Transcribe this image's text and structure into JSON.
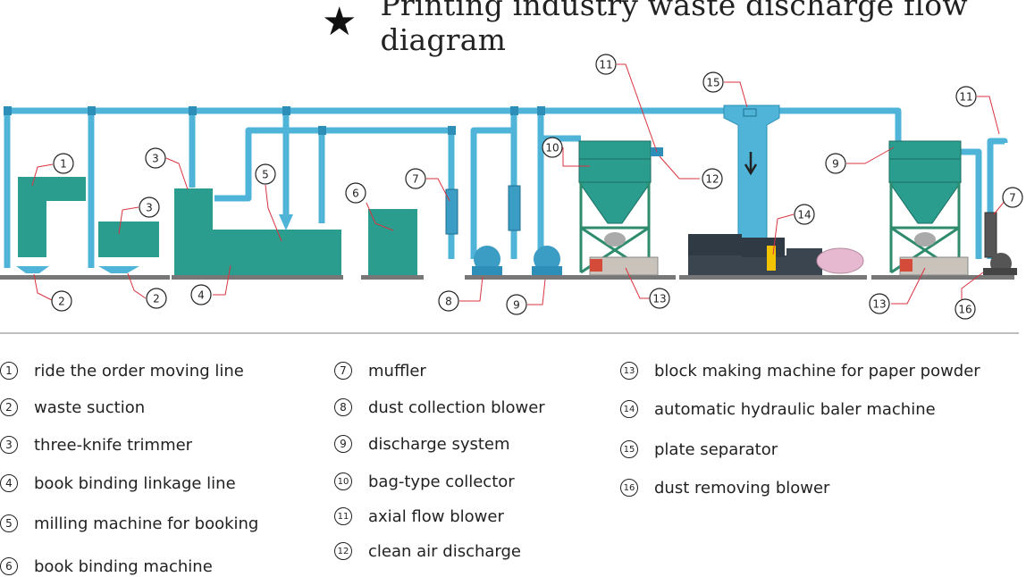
{
  "title": {
    "star": "★",
    "text": "Printing industry waste discharge flow diagram"
  },
  "markers": [
    "1",
    "2",
    "2",
    "3",
    "3",
    "4",
    "5",
    "6",
    "7",
    "8",
    "9",
    "10",
    "11",
    "12",
    "15",
    "14",
    "9",
    "11",
    "7",
    "13",
    "13",
    "16"
  ],
  "legend": {
    "col1": [
      {
        "num": "1",
        "label": "ride the order moving line"
      },
      {
        "num": "2",
        "label": "waste suction"
      },
      {
        "num": "3",
        "label": "three-knife trimmer"
      },
      {
        "num": "4",
        "label": "book binding linkage line"
      },
      {
        "num": "5",
        "label": "milling machine for booking"
      },
      {
        "num": "6",
        "label": "book binding machine"
      }
    ],
    "col2": [
      {
        "num": "7",
        "label": "muffler"
      },
      {
        "num": "8",
        "label": "dust collection blower"
      },
      {
        "num": "9",
        "label": "discharge system"
      },
      {
        "num": "10",
        "label": "bag-type collector"
      },
      {
        "num": "11",
        "label": "axial flow blower"
      },
      {
        "num": "12",
        "label": "clean air discharge"
      }
    ],
    "col3": [
      {
        "num": "13",
        "label": "block making machine for paper powder"
      },
      {
        "num": "14",
        "label": "automatic hydraulic baler machine"
      },
      {
        "num": "15",
        "label": "plate separator"
      },
      {
        "num": "16",
        "label": "dust removing blower"
      }
    ]
  },
  "colors": {
    "pipe": "#4fb4d8",
    "pipe_dark": "#2d8fb8",
    "machine": "#2a9d8f",
    "frame": "#2e8b6e",
    "callout": "#d9333f"
  }
}
